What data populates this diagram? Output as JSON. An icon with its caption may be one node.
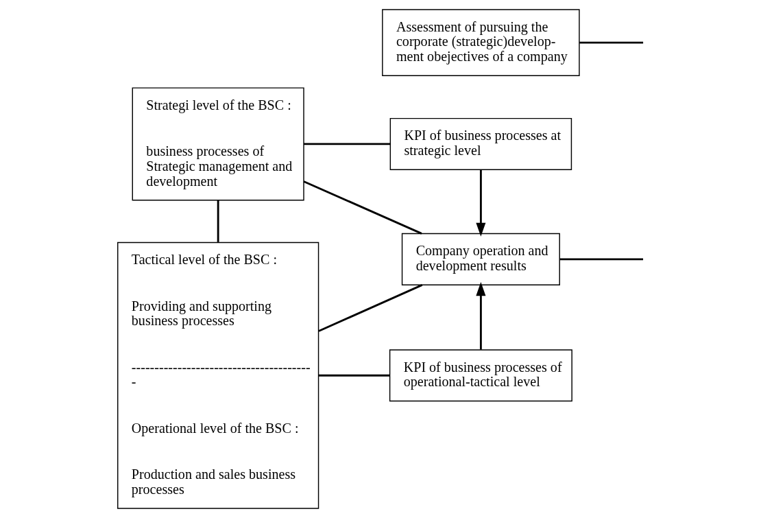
{
  "diagram": {
    "nodes": [
      {
        "text": [
          "Strategi level of the BSC :",
          "business processes of Strategic management and development"
        ]
      },
      {
        "text": [
          "KPI of business processes at strategic level"
        ]
      },
      {
        "text": [
          "Company operation and development results"
        ]
      },
      {
        "text": [
          "Tactical level of the BSC :",
          "Providing and supporting business processes",
          "--------------------------------------- -",
          "Operational level of the BSC :",
          "Production and sales business processes"
        ]
      },
      {
        "text": [
          "KPI of business processes of operational-tactical level"
        ]
      },
      {
        "text": [
          "Assessment of pursuing the corporate (strategic)develop- ment obejectives of a company"
        ]
      }
    ],
    "edges": [
      {
        "from": 0,
        "to": 1,
        "arrow": "none"
      },
      {
        "from": 1,
        "to": 2,
        "arrow": "to"
      },
      {
        "from": 0,
        "to": 3,
        "arrow": "none"
      },
      {
        "from": 0,
        "to": 2,
        "arrow": "none"
      },
      {
        "from": 3,
        "to": 2,
        "arrow": "none"
      },
      {
        "from": 3,
        "to": 4,
        "arrow": "none"
      },
      {
        "from": 4,
        "to": 2,
        "arrow": "to"
      },
      {
        "from": 2,
        "to": null,
        "arrow": "none"
      },
      {
        "from": 5,
        "to": null,
        "arrow": "none"
      }
    ]
  }
}
